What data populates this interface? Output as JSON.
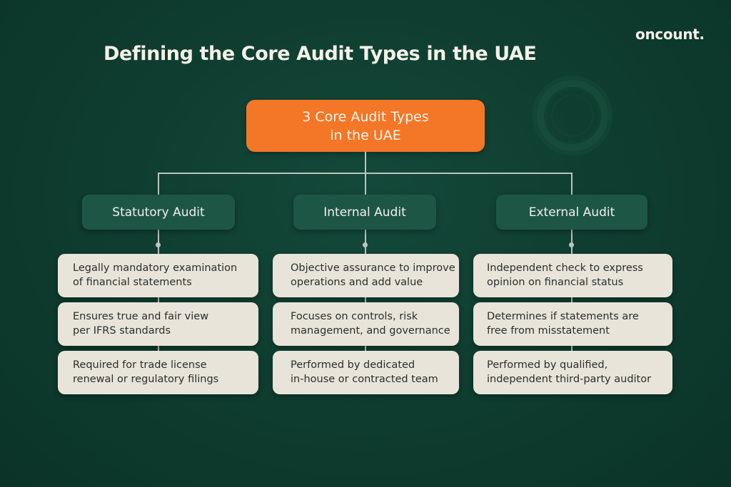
{
  "brand": "oncount.",
  "title": "Defining the Core Audit Types in the UAE",
  "root": {
    "label": "3 Core Audit Types\nin the UAE",
    "color": "#f47627"
  },
  "colors": {
    "background": "#0f3e30",
    "branch": "#1e5646",
    "card": "#e8e4da",
    "connector": "#b9c4bd"
  },
  "branches": [
    {
      "label": "Statutory Audit",
      "cards": [
        "Legally mandatory examination\nof financial statements",
        "Ensures true and fair view\nper IFRS standards",
        "Required for trade license\nrenewal or regulatory filings"
      ]
    },
    {
      "label": "Internal Audit",
      "cards": [
        "Objective assurance to improve\noperations and add value",
        "Focuses on controls, risk\nmanagement, and governance",
        "Performed by dedicated\nin-house or contracted team"
      ]
    },
    {
      "label": "External Audit",
      "cards": [
        "Independent check to express\nopinion on financial status",
        "Determines if statements are\nfree from misstatement",
        "Performed by qualified,\nindependent third-party auditor"
      ]
    }
  ]
}
